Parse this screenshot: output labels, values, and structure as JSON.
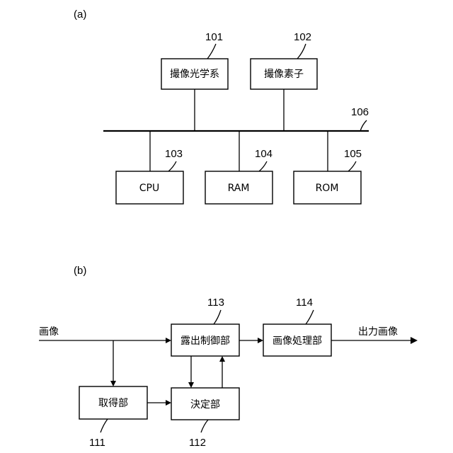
{
  "part_a": {
    "label": "(a)",
    "bus": {
      "ref": "106"
    },
    "imaging_optics": {
      "label": "撮像光学系",
      "ref": "101"
    },
    "image_sensor": {
      "label": "撮像素子",
      "ref": "102"
    },
    "cpu": {
      "label": "CPU",
      "ref": "103"
    },
    "ram": {
      "label": "RAM",
      "ref": "104"
    },
    "rom": {
      "label": "ROM",
      "ref": "105"
    }
  },
  "part_b": {
    "label": "(b)",
    "input_label": "画像",
    "output_label": "出力画像",
    "exposure_control": {
      "label": "露出制御部",
      "ref": "113"
    },
    "image_processing": {
      "label": "画像処理部",
      "ref": "114"
    },
    "acquisition": {
      "label": "取得部",
      "ref": "111"
    },
    "decision": {
      "label": "決定部",
      "ref": "112"
    }
  }
}
